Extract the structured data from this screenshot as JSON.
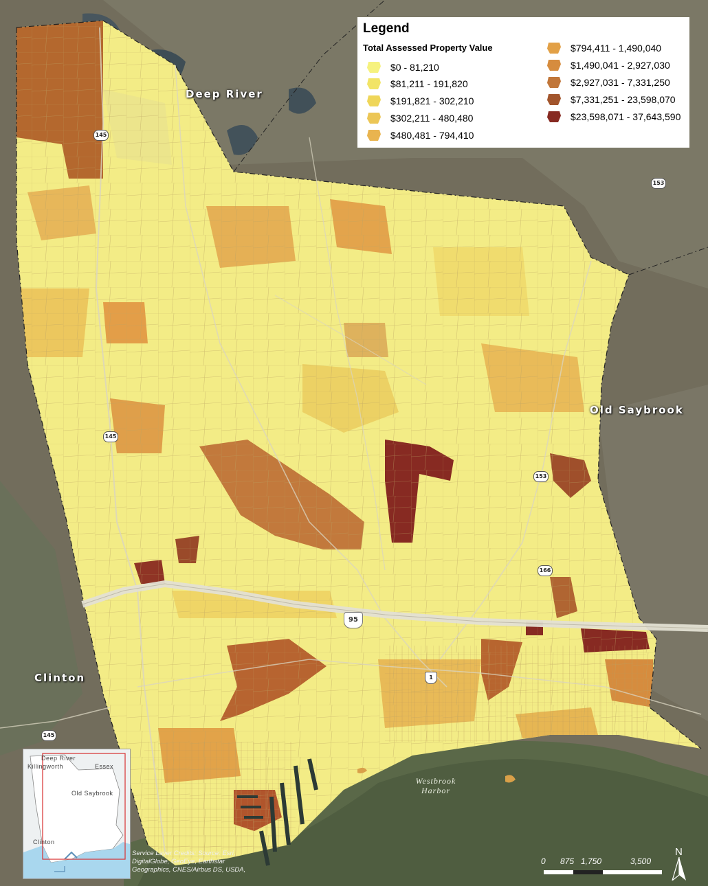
{
  "legend": {
    "title": "Legend",
    "subtitle": "Total Assessed Property Value",
    "classes": [
      {
        "label": "$0 - 81,210",
        "color": "#f6f27e"
      },
      {
        "label": "$81,211 - 191,820",
        "color": "#f2e466"
      },
      {
        "label": "$191,821 - 302,210",
        "color": "#efd659"
      },
      {
        "label": "$302,211 - 480,480",
        "color": "#ecc656"
      },
      {
        "label": "$480,481 - 794,410",
        "color": "#e9b44f"
      },
      {
        "label": "$794,411 - 1,490,040",
        "color": "#e2a046"
      },
      {
        "label": "$1,490,041 - 2,927,030",
        "color": "#d68c3e"
      },
      {
        "label": "$2,927,031 - 7,331,250",
        "color": "#c17639"
      },
      {
        "label": "$7,331,251 - 23,598,070",
        "color": "#a2552c"
      },
      {
        "label": "$23,598,071 - 37,643,590",
        "color": "#872a22"
      }
    ]
  },
  "places": {
    "deep_river": "Deep River",
    "old_saybrook": "Old Saybrook",
    "clinton": "Clinton",
    "harbor_line1": "Westbrook",
    "harbor_line2": "Harbor"
  },
  "routes": {
    "r145_a": "145",
    "r145_b": "145",
    "r145_c": "145",
    "r153_a": "153",
    "r153_b": "153",
    "r166": "166",
    "us1": "1",
    "i95": "95"
  },
  "inset": {
    "deep_river": "Deep River",
    "killingworth": "Killingworth",
    "essex": "Essex",
    "old_saybrook": "Old Saybrook",
    "clinton": "Clinton"
  },
  "credits": "Service Layer Credits: Source: Esri, DigitalGlobe, GeoEye, Earthstar Geographics, CNES/Airbus DS, USDA,",
  "scale": {
    "t0": "0",
    "t1": "875",
    "t2": "1,750",
    "t3": "3,500"
  },
  "north": "N"
}
